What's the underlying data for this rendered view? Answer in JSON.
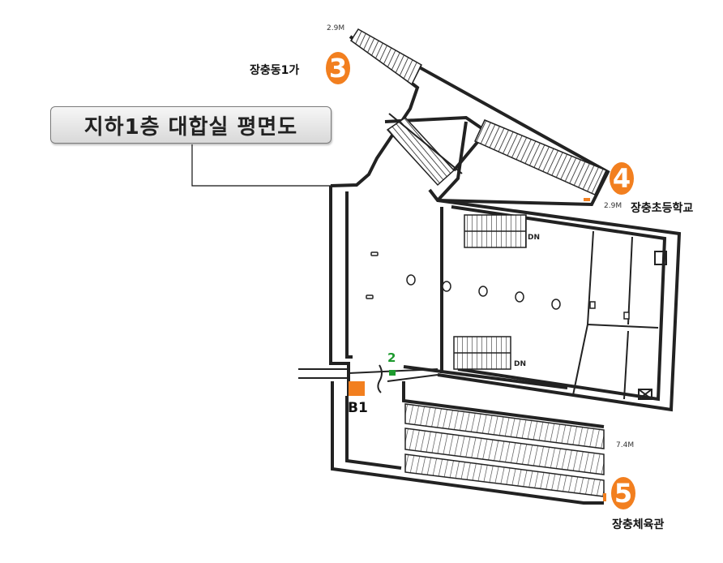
{
  "title": "지하1층 대합실 평면도",
  "floor_label": "B1",
  "exits": [
    {
      "number": "3",
      "name": "장충동1가",
      "width_label": "2.9M"
    },
    {
      "number": "4",
      "name": "장충초등학교",
      "width_label": "2.9M"
    },
    {
      "number": "5",
      "name": "장충체육관",
      "width_label": "7.4M"
    }
  ],
  "stairs_down_label": "DN",
  "marker_number": "2",
  "colors": {
    "accent": "#f27f1f",
    "marker_green": "#1d9a2e",
    "wall": "#222222",
    "title_bg": "#e6e6e6"
  }
}
